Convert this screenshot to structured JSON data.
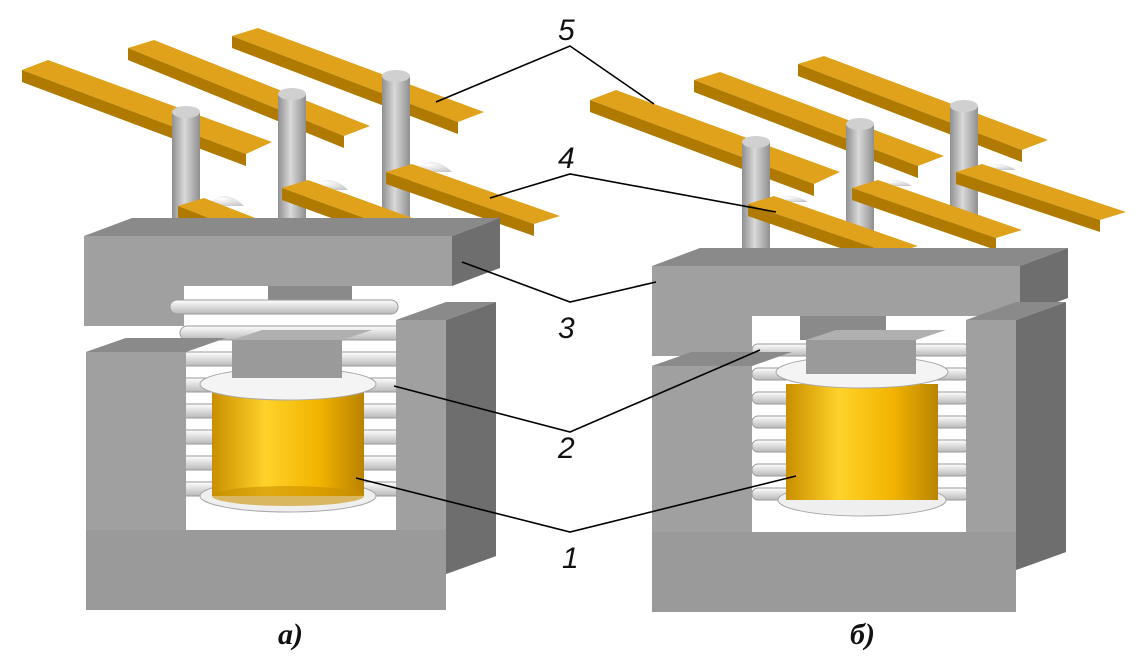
{
  "diagram": {
    "callouts": {
      "c1": "1",
      "c2": "2",
      "c3": "3",
      "c4": "4",
      "c5": "5"
    },
    "captions": {
      "left": "а)",
      "right": "б)"
    }
  },
  "colors": {
    "frame_front": "#9e9e9e",
    "frame_top": "#8a8a8a",
    "frame_side": "#6e6e6e",
    "coil_light": "#ffd22a",
    "coil_mid": "#f2b400",
    "coil_dark": "#c98f00",
    "contact_top": "#e0a21a",
    "contact_front": "#b07a00",
    "spring": "#e8e8e8",
    "rod": "#b9b9b9"
  }
}
